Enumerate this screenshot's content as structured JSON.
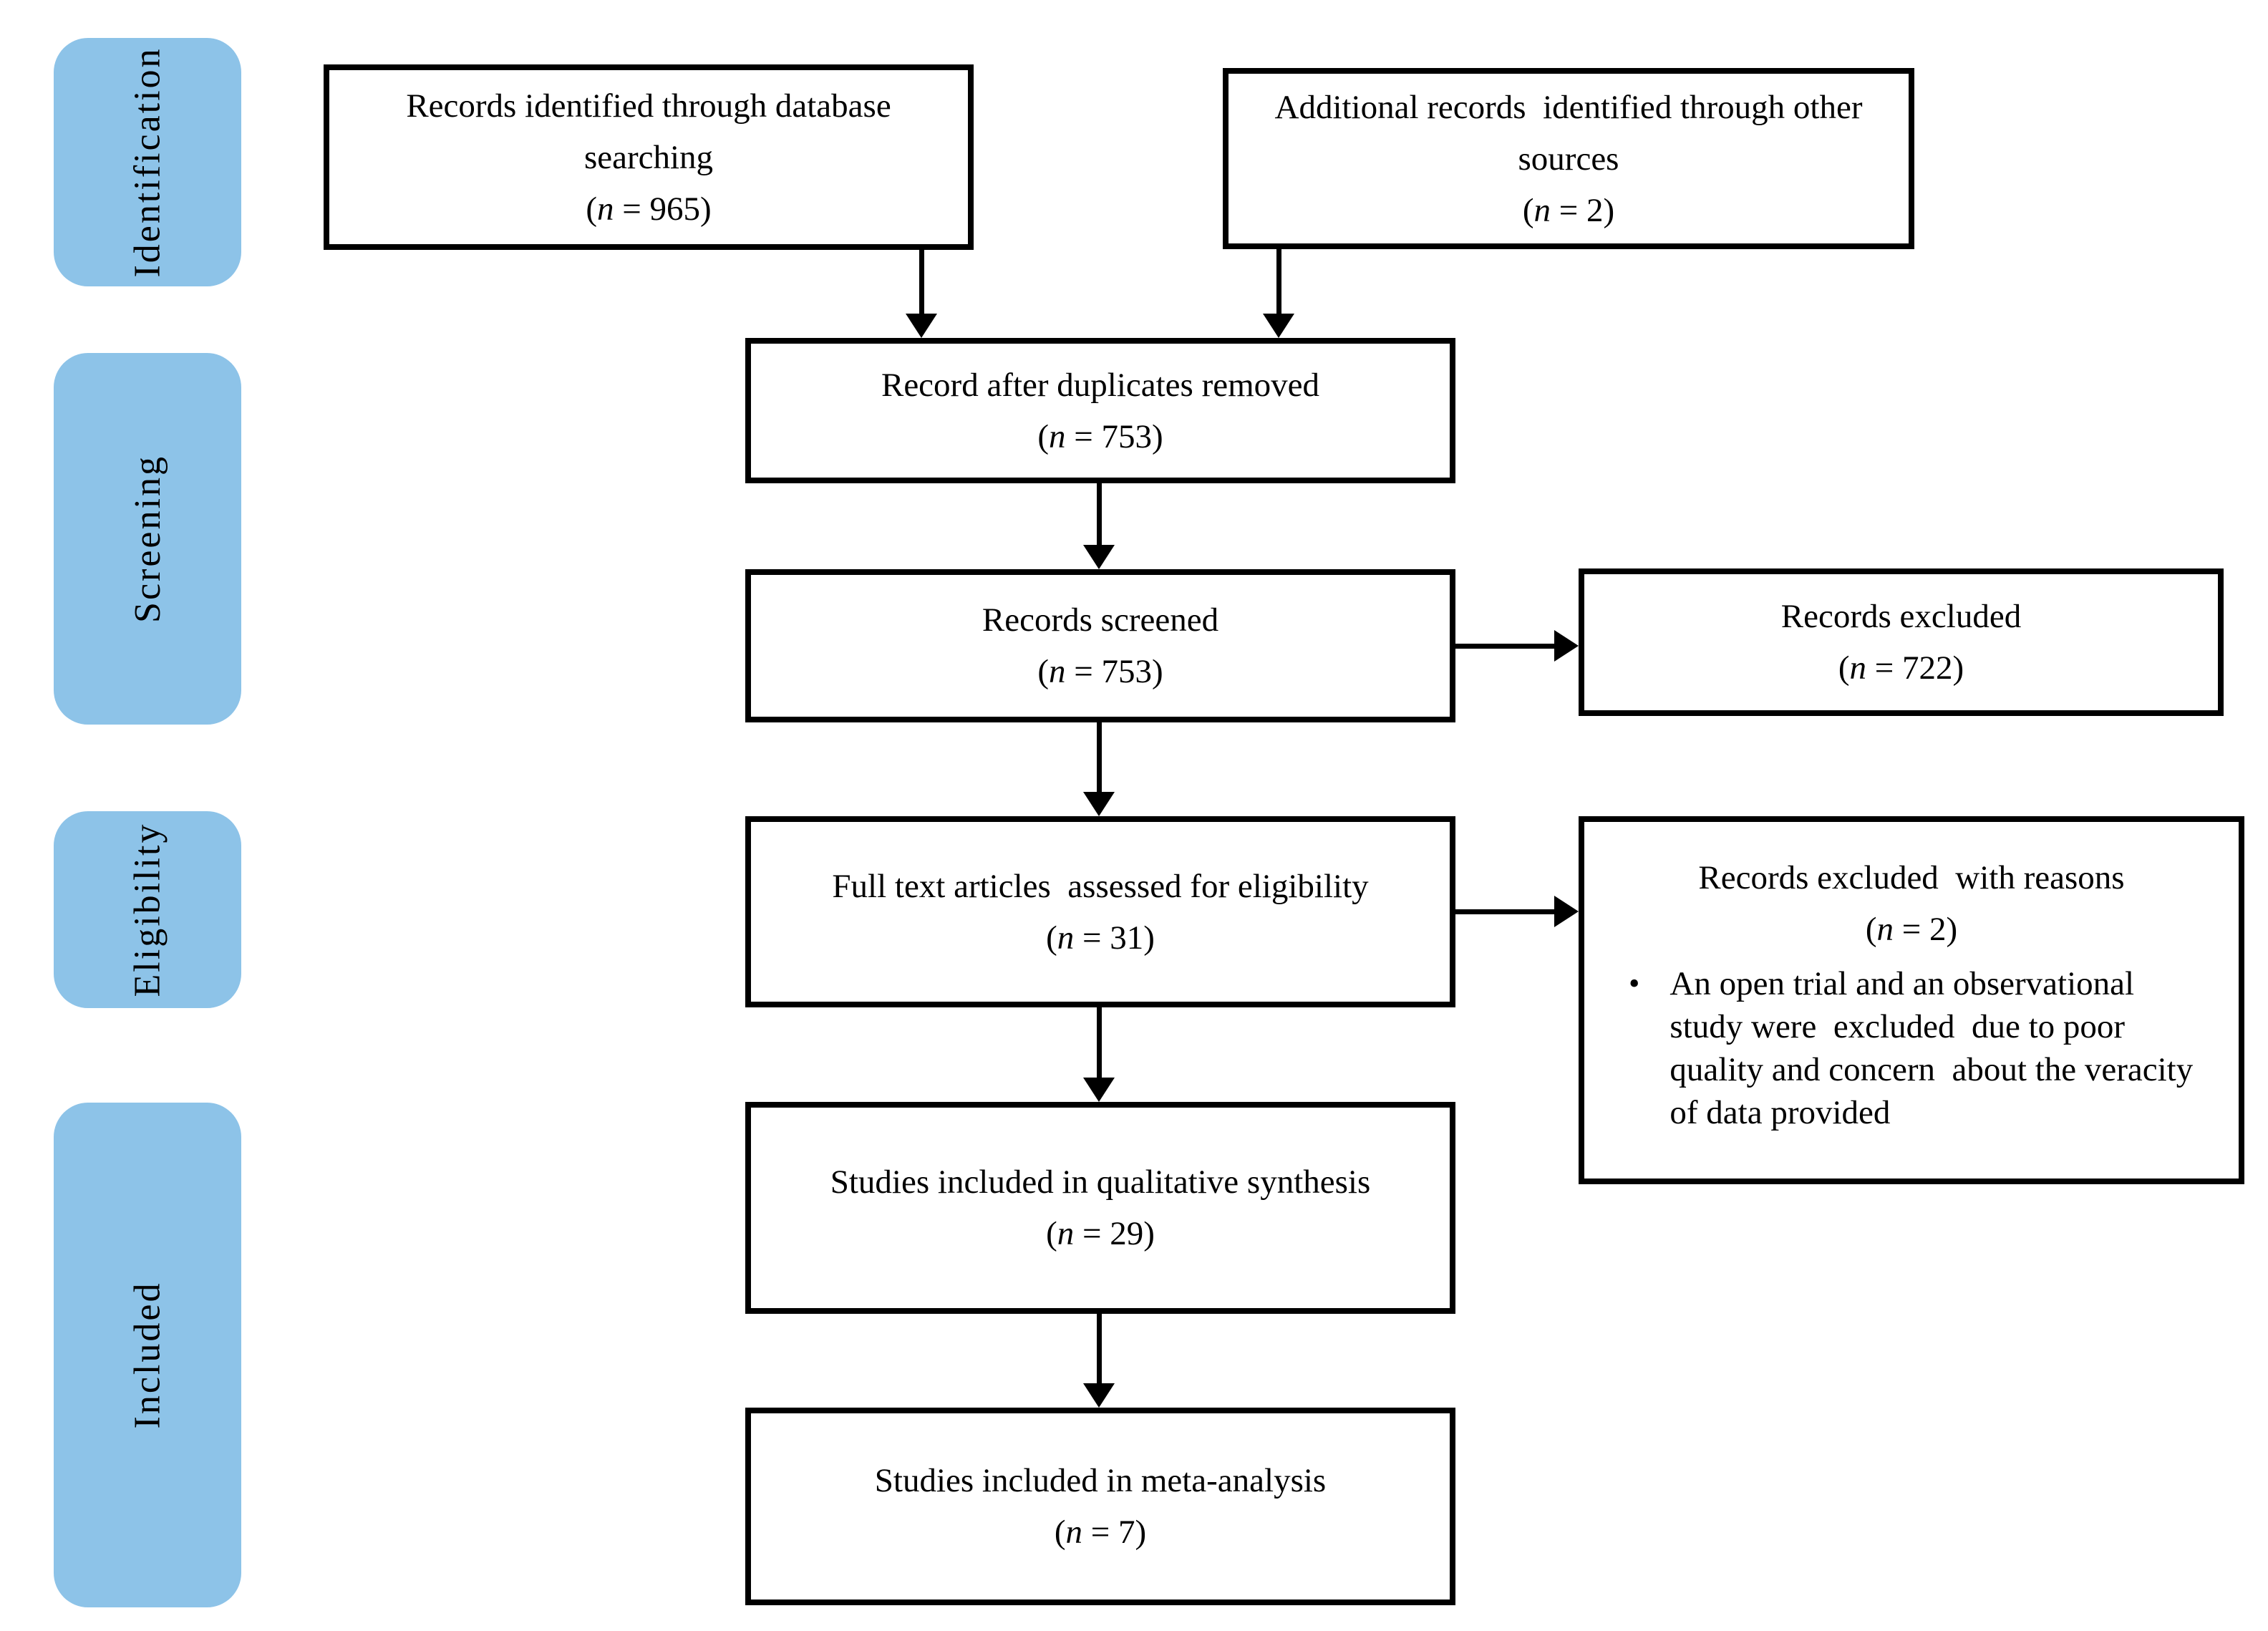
{
  "colors": {
    "stage_fill": "#8DC3E8",
    "box_border": "#000000",
    "text": "#000000",
    "background": "#FFFFFF"
  },
  "stages": [
    {
      "label": "Identification"
    },
    {
      "label": "Screening"
    },
    {
      "label": "Eligibility"
    },
    {
      "label": "Included"
    }
  ],
  "boxes": {
    "identified": {
      "title": "Records identified through database\nsearching",
      "count_prefix": "(",
      "count_italic": "n",
      "count_suffix": " = 965)"
    },
    "additional": {
      "title": "Additional records  identified through other\nsources",
      "count_prefix": "(",
      "count_italic": "n",
      "count_suffix": " = 2)"
    },
    "deduplicated": {
      "title": "Record after duplicates removed",
      "count_prefix": "(",
      "count_italic": "n",
      "count_suffix": " = 753)"
    },
    "screened": {
      "title": "Records screened",
      "count_prefix": "(",
      "count_italic": "n",
      "count_suffix": " = 753)"
    },
    "excluded": {
      "title": "Records excluded",
      "count_prefix": "(",
      "count_italic": "n",
      "count_suffix": " = 722)"
    },
    "fulltext": {
      "title": "Full text articles  assessed for eligibility",
      "count_prefix": "(",
      "count_italic": "n",
      "count_suffix": " = 31)"
    },
    "excluded_reasons": {
      "title": "Records excluded  with reasons",
      "count_prefix": "(",
      "count_italic": "n",
      "count_suffix": " = 2)",
      "bullet": "•",
      "reason": "An open trial and an observational\nstudy were  excluded  due to poor\nquality and concern  about the veracity\nof data provided"
    },
    "qualitative": {
      "title": "Studies included in qualitative synthesis",
      "count_prefix": "(",
      "count_italic": "n",
      "count_suffix": " = 29)"
    },
    "meta": {
      "title": "Studies included in meta-analysis",
      "count_prefix": "(",
      "count_italic": "n",
      "count_suffix": " = 7)"
    }
  }
}
